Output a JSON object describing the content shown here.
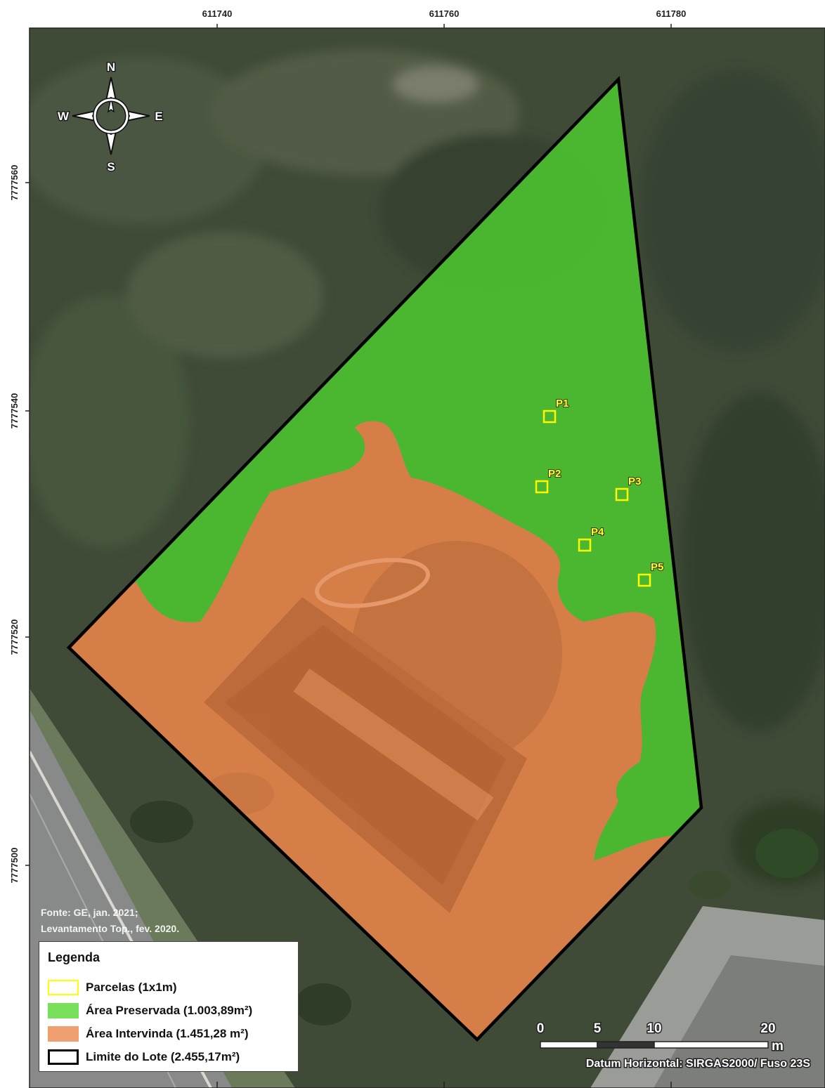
{
  "map": {
    "top_ticks": [
      "611740",
      "611760",
      "611780"
    ],
    "left_ticks": [
      "7777560",
      "7777540",
      "7777520",
      "7777500"
    ]
  },
  "compass": {
    "n": "N",
    "s": "S",
    "e": "E",
    "w": "W"
  },
  "plots": [
    {
      "id": "P1",
      "label": "P1"
    },
    {
      "id": "P2",
      "label": "P2"
    },
    {
      "id": "P3",
      "label": "P3"
    },
    {
      "id": "P4",
      "label": "P4"
    },
    {
      "id": "P5",
      "label": "P5"
    }
  ],
  "source": {
    "line1": "Fonte: GE, jan. 2021;",
    "line2": "Levantamento Top., fev. 2020."
  },
  "legend": {
    "title": "Legenda",
    "items": [
      {
        "label": "Parcelas (1x1m)",
        "color": "#ffff00",
        "style": "outline"
      },
      {
        "label": "Área Preservada (1.003,89m²)",
        "color": "#78e05a",
        "style": "fill"
      },
      {
        "label": "Área Intervinda (1.451,28 m²)",
        "color": "#f0a070",
        "style": "fill"
      },
      {
        "label": "Limite do Lote (2.455,17m²)",
        "color": "#000000",
        "style": "outline"
      }
    ]
  },
  "scale_bar": {
    "labels": [
      "0",
      "5",
      "10",
      "20"
    ],
    "unit": "m",
    "datum": "Datum Horizontal: SIRGAS2000/ Fuso 23S"
  },
  "colors": {
    "preserved": "#4cc030",
    "intervened": "#e07a4a",
    "plot_outline": "#ffff00",
    "lot_boundary": "#000000",
    "vegetation": "#3a4a30"
  }
}
